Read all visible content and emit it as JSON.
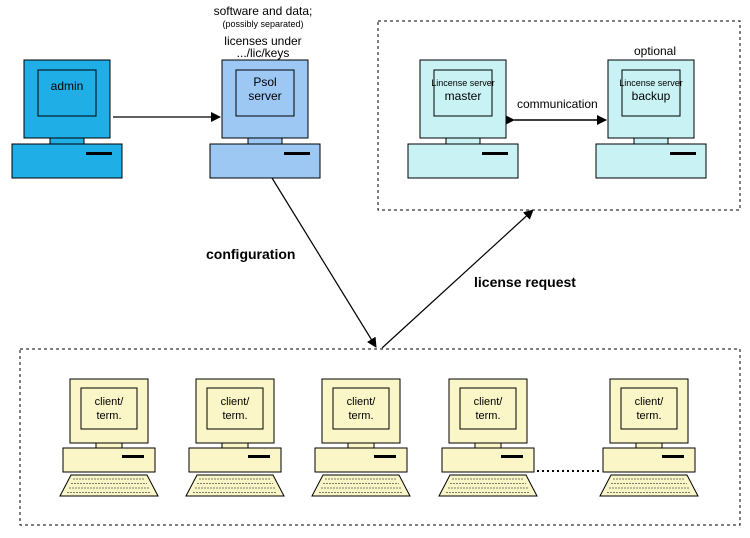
{
  "labels": {
    "software_data": "software and data;",
    "possibly_separated": "(possibly separated)",
    "licenses_under": "licenses under",
    "lic_keys": ".../lic/keys",
    "optional": "optional",
    "communication": "communication",
    "configuration": "configuration",
    "license_request": "license request"
  },
  "computers": {
    "admin": {
      "line1": "admin",
      "line2": ""
    },
    "psol": {
      "line1": "Psol",
      "line2": "server"
    },
    "master": {
      "line1": "Lincense server",
      "line2": "master"
    },
    "backup": {
      "line1": "Lincense server",
      "line2": "backup"
    },
    "clients": [
      {
        "line1": "client/",
        "line2": "term."
      },
      {
        "line1": "client/",
        "line2": "term."
      },
      {
        "line1": "client/",
        "line2": "term."
      },
      {
        "line1": "client/",
        "line2": "term."
      },
      {
        "line1": "client/",
        "line2": "term."
      }
    ]
  },
  "colors": {
    "admin": "#1faee6",
    "psol": "#9cc8f3",
    "license_server": "#c9f2f4",
    "client": "#fbf6c8",
    "line": "#000000"
  }
}
